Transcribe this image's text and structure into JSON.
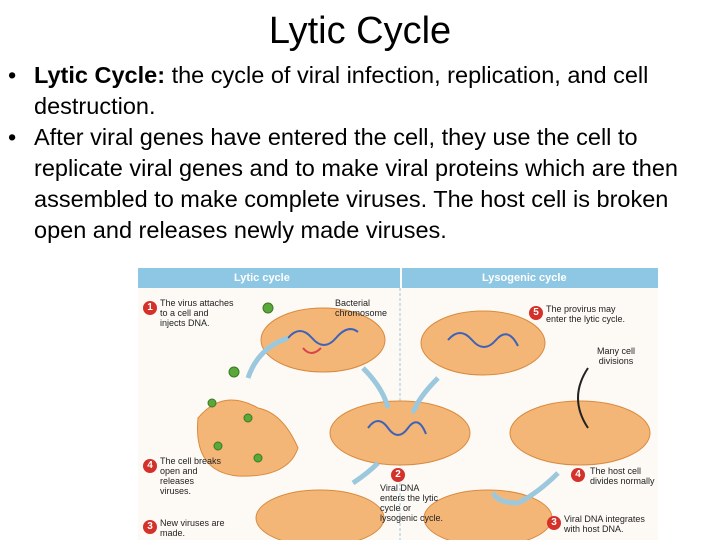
{
  "slide": {
    "title": "Lytic Cycle",
    "bullets": [
      {
        "term": "Lytic Cycle:",
        "text": " the cycle of viral infection, replication, and cell destruction."
      },
      {
        "term": "",
        "text": "After viral genes have entered the cell, they use the cell to replicate viral genes and to make viral proteins which are then assembled to make complete viruses. The host cell is broken open and releases newly made viruses."
      }
    ]
  },
  "figure": {
    "header_left": "Lytic cycle",
    "header_right": "Lysogenic cycle",
    "chromosome_label": "Bacterial chromosome",
    "divisions_label": "Many cell divisions",
    "steps": [
      {
        "num": "1",
        "text": "The virus attaches to a cell and injects DNA."
      },
      {
        "num": "2",
        "text": "Viral DNA enters the lytic cycle or lysogenic cycle."
      },
      {
        "num": "3",
        "text": "New viruses are made."
      },
      {
        "num": "4",
        "text": "The cell breaks open and releases viruses."
      },
      {
        "num": "5",
        "text": "The provirus may enter the lytic cycle."
      },
      {
        "num": "3",
        "text": "Viral DNA integrates with host DNA."
      },
      {
        "num": "4",
        "text": "The host cell divides normally"
      }
    ],
    "colors": {
      "header": "#8ec7e3",
      "cell": "#f3b677",
      "badge": "#d3312a",
      "virus": "#5aa83a",
      "dna_host": "#3d62b8",
      "dna_viral": "#d9434a"
    }
  }
}
